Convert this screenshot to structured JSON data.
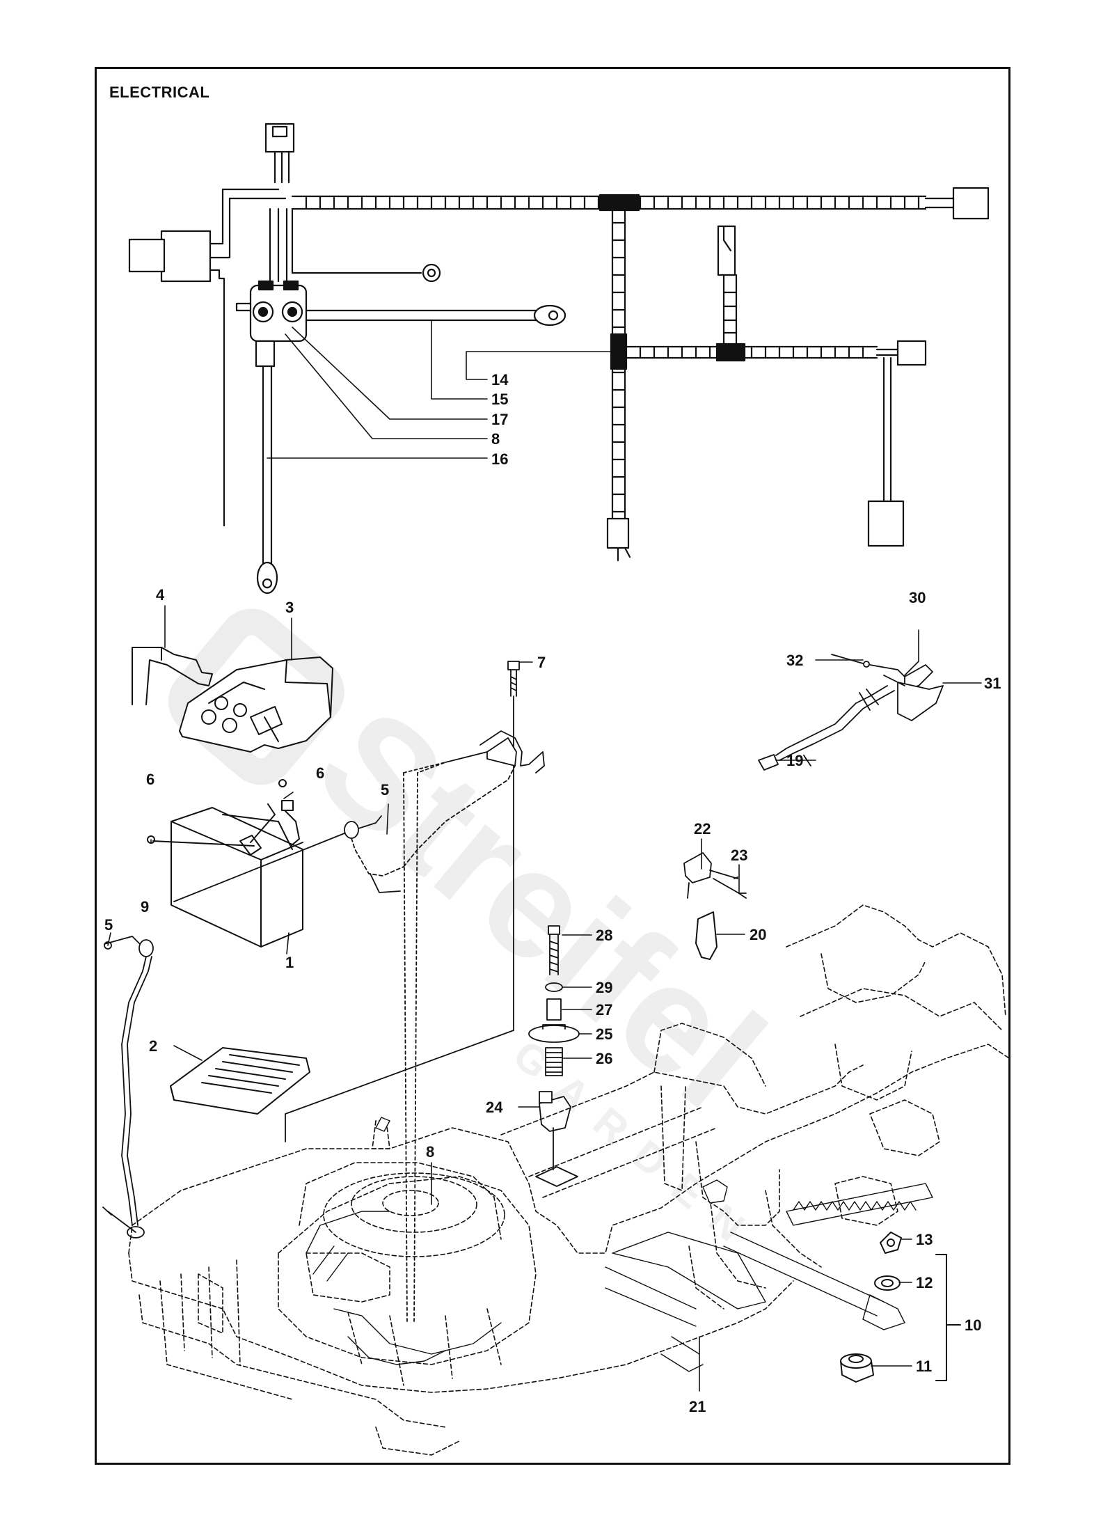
{
  "title": "ELECTRICAL",
  "watermark": {
    "text": "Streifel",
    "subtext": "GARDEN"
  },
  "callouts": [
    "14",
    "15",
    "17",
    "8",
    "16",
    "4",
    "3",
    "7",
    "30",
    "32",
    "31",
    "19",
    "6",
    "6",
    "5",
    "5",
    "9",
    "1",
    "22",
    "23",
    "20",
    "28",
    "29",
    "27",
    "25",
    "26",
    "2",
    "24",
    "8",
    "13",
    "12",
    "10",
    "11",
    "21"
  ],
  "colors": {
    "line": "#111111",
    "frame": "#111111",
    "watermark": "#e9e9e9"
  }
}
